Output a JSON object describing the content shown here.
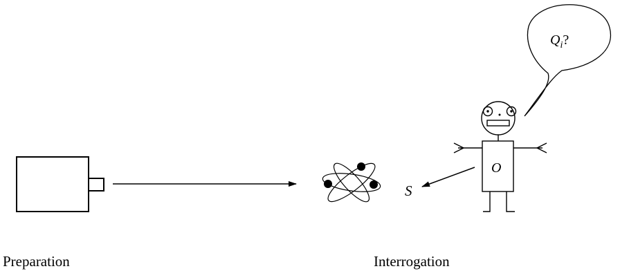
{
  "labels": {
    "preparation": "Preparation",
    "interrogation": "Interrogation"
  },
  "symbols": {
    "observer": "O",
    "system": "S",
    "question_base": "Q",
    "question_sub": "i",
    "question_mark": "?"
  },
  "icons": [
    "preparation-device-icon",
    "atom-icon",
    "observer-robot-icon",
    "speech-bubble-icon"
  ],
  "colors": {
    "stroke": "#000000",
    "background": "#ffffff"
  }
}
